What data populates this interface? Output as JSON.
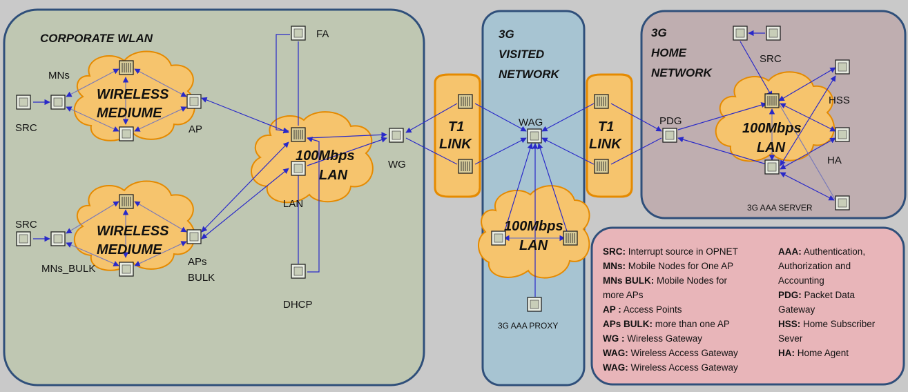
{
  "regions": {
    "corporate": {
      "title": "CORPORATE WLAN"
    },
    "visited": {
      "title_line1": "3G",
      "title_line2": "VISITED",
      "title_line3": "NETWORK"
    },
    "home": {
      "title_line1": "3G",
      "title_line2": "HOME",
      "title_line3": "NETWORK"
    }
  },
  "clouds": {
    "wireless_top": {
      "line1": "WIRELESS",
      "line2": "MEDIUME"
    },
    "wireless_bottom": {
      "line1": "WIRELESS",
      "line2": "MEDIUME"
    },
    "corp_lan": {
      "line1": "100Mbps",
      "line2": "LAN"
    },
    "visited_lan": {
      "line1": "100Mbps",
      "line2": "LAN"
    },
    "home_lan": {
      "line1": "100Mbps",
      "line2": "LAN"
    }
  },
  "links": {
    "t1_left": {
      "line1": "T1",
      "line2": "LINK"
    },
    "t1_right": {
      "line1": "T1",
      "line2": "LINK"
    }
  },
  "nodes": {
    "mns": "MNs",
    "src_top": "SRC",
    "ap": "AP",
    "src_bottom": "SRC",
    "mns_bulk": "MNs_BULK",
    "aps_line1": "APs",
    "aps_line2": "BULK",
    "fa": "FA",
    "lan": "LAN",
    "dhcp": "DHCP",
    "wg": "WG",
    "wag": "WAG",
    "aaa_proxy": "3G AAA PROXY",
    "pdg": "PDG",
    "src_home": "SRC",
    "hss": "HSS",
    "ha": "HA",
    "aaa_server": "3G AAA SERVER"
  },
  "legend": {
    "left": [
      {
        "key": "SRC:",
        "text": " Interrupt source in OPNET"
      },
      {
        "key": "MNs:",
        "text": " Mobile Nodes for One AP"
      },
      {
        "key": "MNs BULK:",
        "text": " Mobile Nodes for"
      },
      {
        "key": "",
        "text": "more APs"
      },
      {
        "key": "AP :",
        "text": " Access Points"
      },
      {
        "key": "APs BULK:",
        "text": " more than one AP"
      },
      {
        "key": "WG :",
        "text": " Wireless Gateway"
      },
      {
        "key": "WAG:",
        "text": " Wireless Access Gateway"
      },
      {
        "key": "WAG:",
        "text": " Wireless Access Gateway"
      }
    ],
    "right": [
      {
        "key": "AAA:",
        "text": " Authentication,"
      },
      {
        "key": "",
        "text": "Authorization and"
      },
      {
        "key": "",
        "text": "Accounting"
      },
      {
        "key": "PDG:",
        "text": " Packet Data"
      },
      {
        "key": "",
        "text": "Gateway"
      },
      {
        "key": "HSS:",
        "text": " Home Subscriber"
      },
      {
        "key": "",
        "text": "Sever"
      },
      {
        "key": "HA:",
        "text": " Home Agent"
      }
    ]
  },
  "colors": {
    "background": "#c9c9c9",
    "corporate_fill": "#bfc7b2",
    "visited_fill": "#a7c4d2",
    "home_fill": "#bfaeb0",
    "legend_fill": "#e8b5b9",
    "cloud_fill": "#f6c46d",
    "cloud_stroke": "#e58a00",
    "link_color": "#2929c8",
    "region_border": "#2f4f7a"
  }
}
